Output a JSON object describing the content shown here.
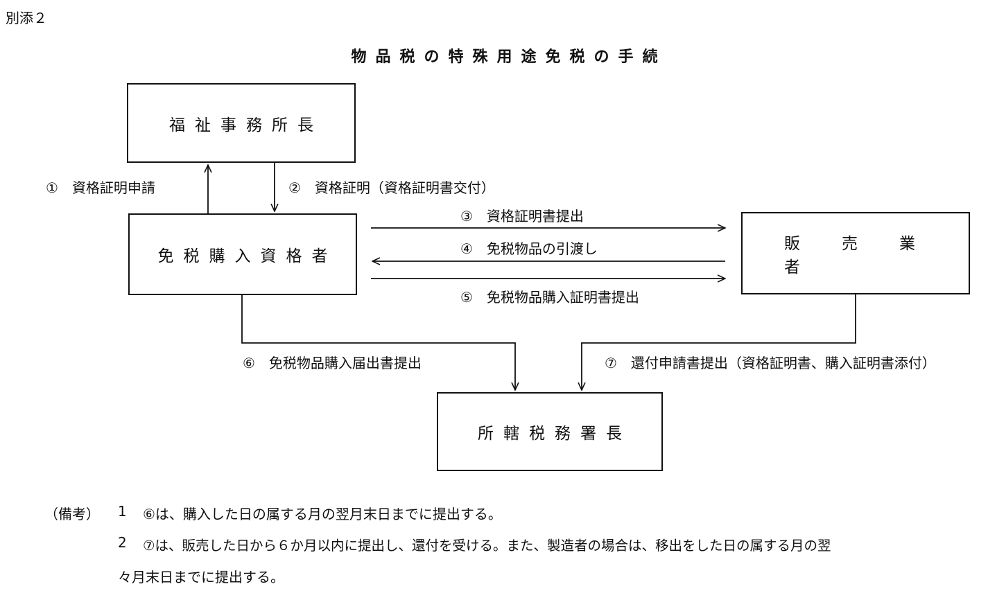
{
  "attachment_label": "別添２",
  "title": "物品税の特殊用途免税の手続",
  "nodes": {
    "welfare_office": "福祉事務所長",
    "buyer": "免税購入資格者",
    "seller": "販売業者",
    "tax_office": "所轄税務署長"
  },
  "edges": {
    "e1": "①　資格証明申請",
    "e2": "②　資格証明（資格証明書交付）",
    "e3": "③　資格証明書提出",
    "e4": "④　免税物品の引渡し",
    "e5": "⑤　免税物品購入証明書提出",
    "e6": "⑥　免税物品購入届出書提出",
    "e7": "⑦　還付申請書提出（資格証明書、購入証明書添付）"
  },
  "notes": {
    "prefix": "（備考）",
    "n1_num": "1",
    "n1_text": "⑥は、購入した日の属する月の翌月末日までに提出する。",
    "n2_num": "2",
    "n2_text": "⑦は、販売した日から６か月以内に提出し、還付を受ける。また、製造者の場合は、移出をした日の属する月の翌",
    "n2_cont": "々月末日までに提出する。"
  }
}
